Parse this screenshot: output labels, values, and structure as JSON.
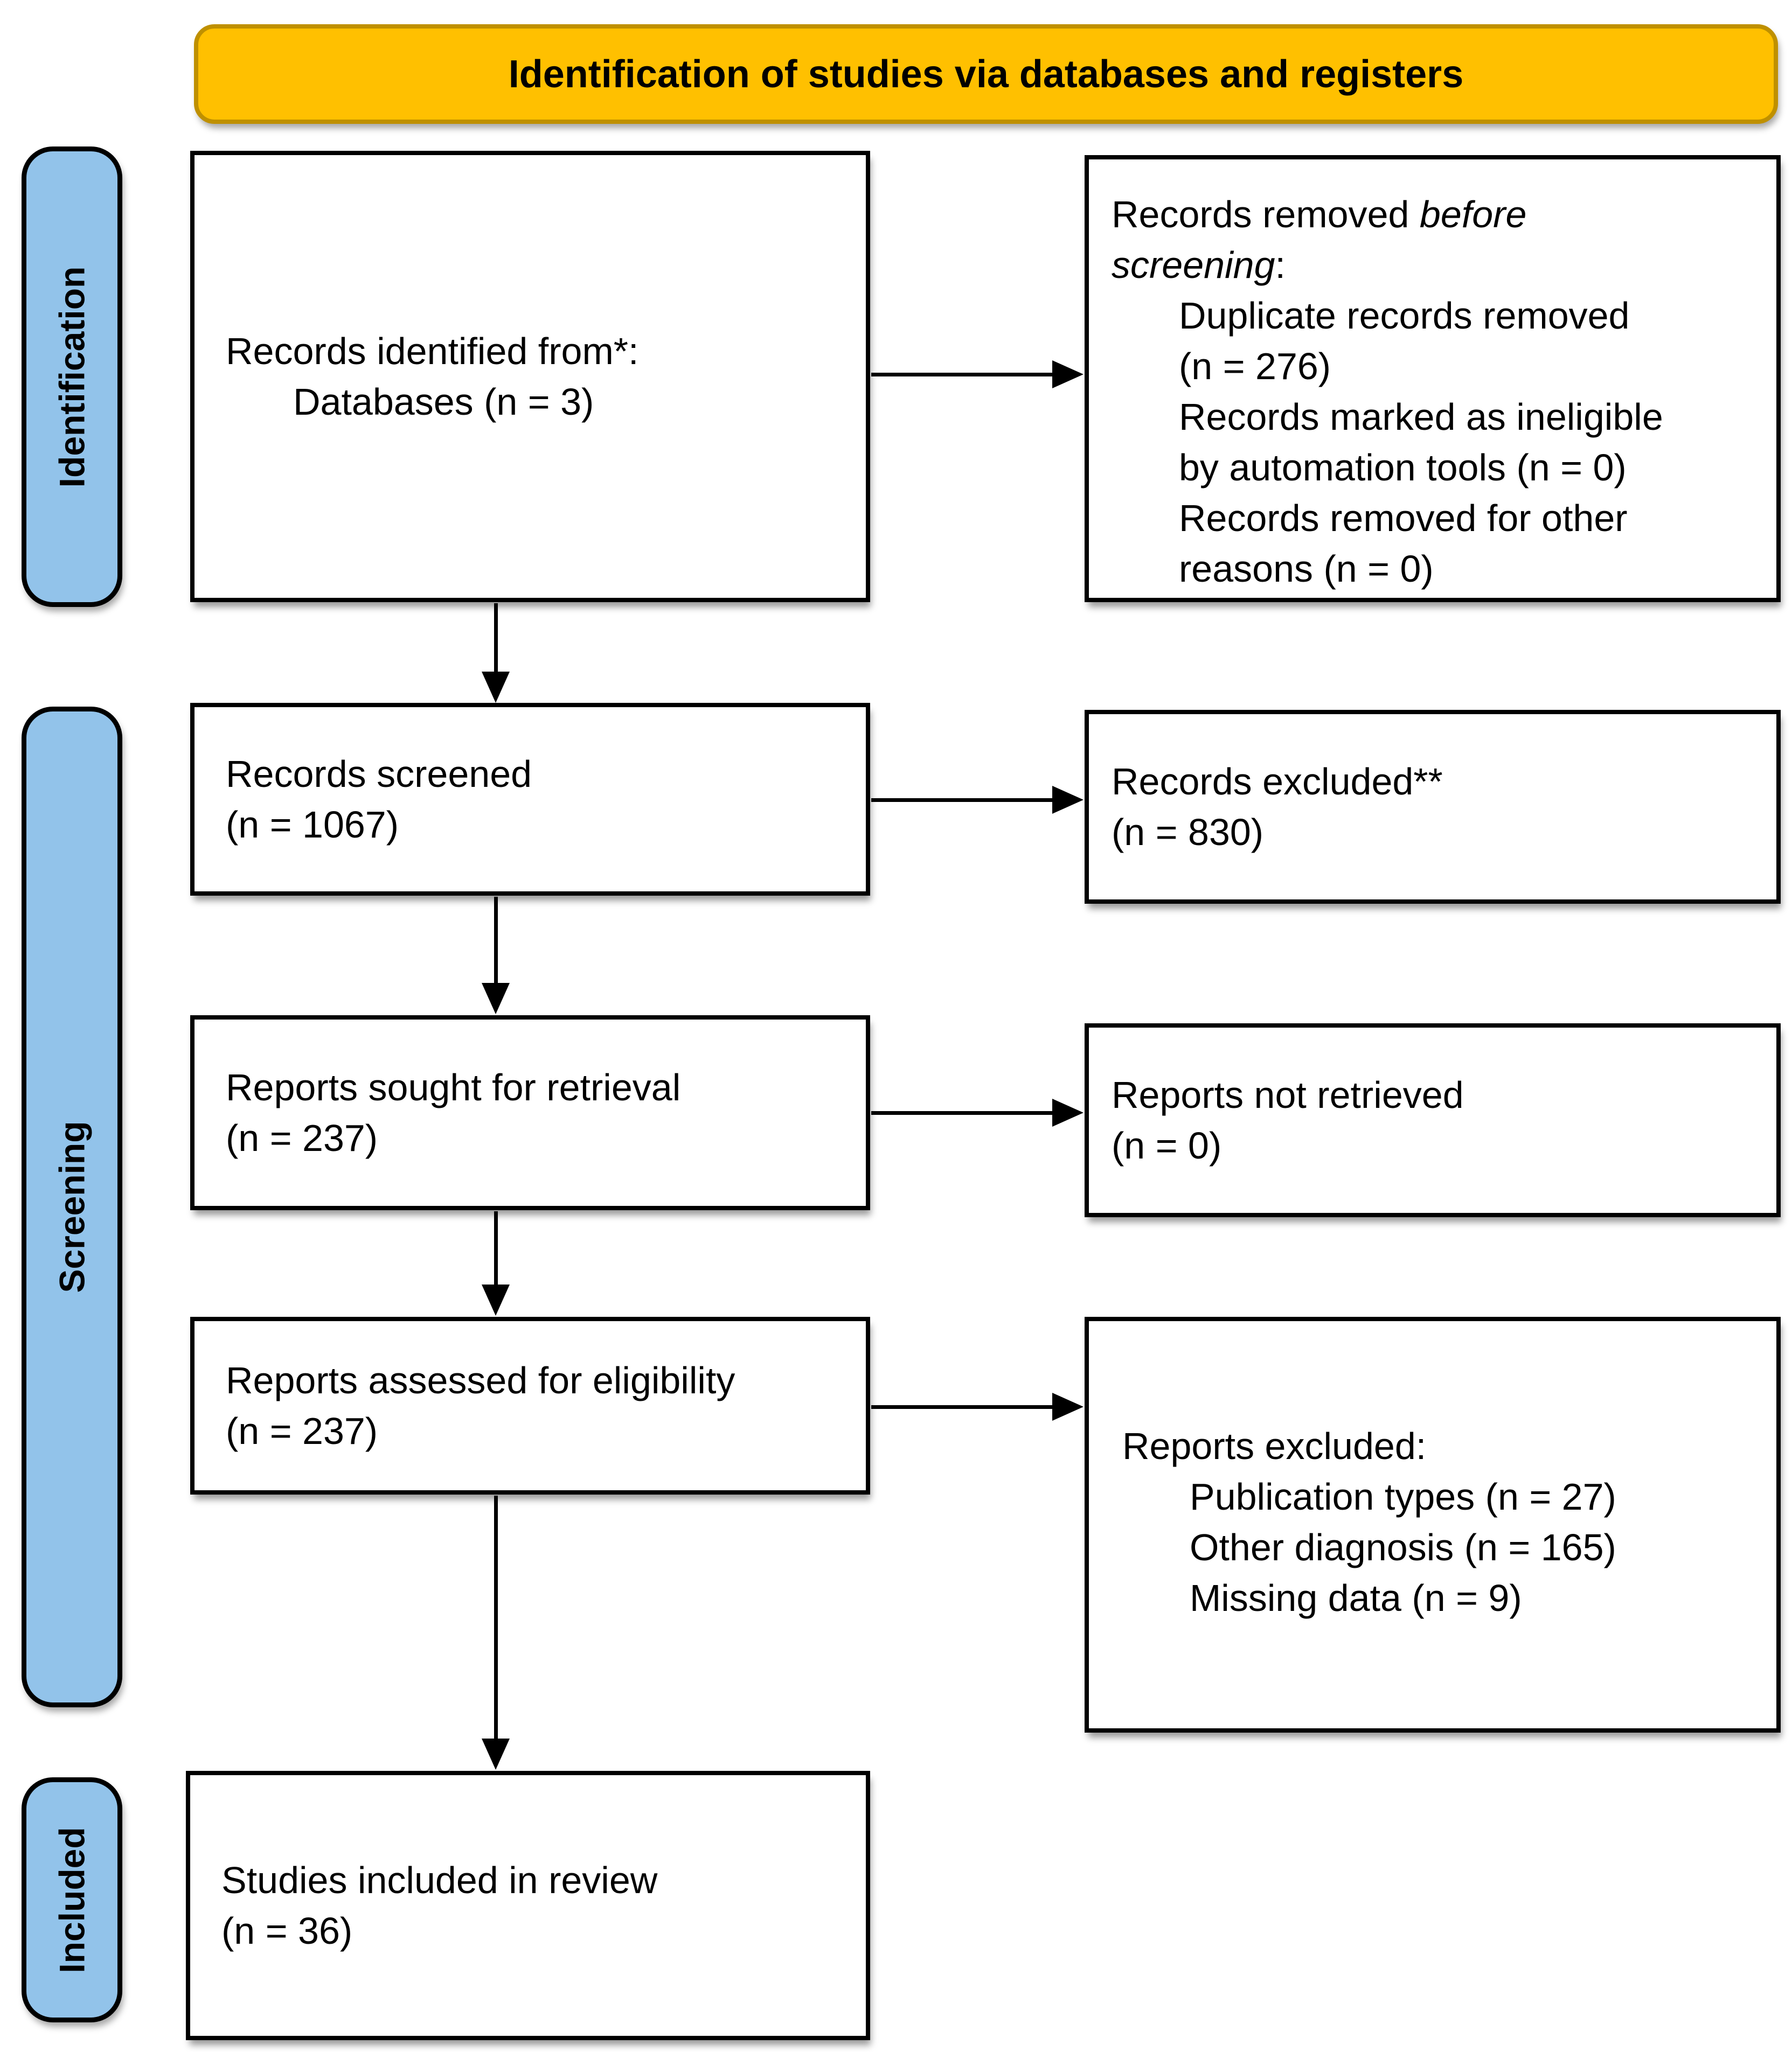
{
  "banner": {
    "label": "Identification of studies via databases and registers"
  },
  "stages": [
    {
      "label": "Identification"
    },
    {
      "label": "Screening"
    },
    {
      "label": "Included"
    }
  ],
  "boxes": {
    "identified": {
      "lines": [
        "Records identified from*:",
        "Databases (n = 3)"
      ]
    },
    "removed_before_screening": {
      "line1_normal": "Records removed ",
      "line1_italic": "before",
      "line2_italic": "screening",
      "line2_normal": ":",
      "items": [
        "Duplicate records removed",
        "(n = 276)",
        "Records marked as ineligible",
        "by automation tools (n = 0)",
        "Records removed for other",
        "reasons (n = 0)"
      ]
    },
    "screened": {
      "lines": [
        "Records screened",
        "(n = 1067)"
      ]
    },
    "records_excluded": {
      "lines": [
        "Records excluded**",
        "(n = 830)"
      ]
    },
    "sought": {
      "lines": [
        "Reports sought for retrieval",
        "(n = 237)"
      ]
    },
    "not_retrieved": {
      "lines": [
        "Reports not retrieved",
        "(n = 0)"
      ]
    },
    "assessed": {
      "lines": [
        "Reports assessed for eligibility",
        "(n = 237)"
      ]
    },
    "reports_excluded": {
      "heading": "Reports excluded:",
      "items": [
        "Publication types (n = 27)",
        "Other diagnosis (n = 165)",
        "Missing data (n = 9)"
      ]
    },
    "included_studies": {
      "lines": [
        "Studies included in review",
        "(n = 36)"
      ]
    }
  },
  "colors": {
    "banner_fill": "#FFC000",
    "banner_border": "#BF9000",
    "stage_fill": "#92C3EA",
    "box_border": "#000000",
    "background": "#FFFFFF",
    "text": "#000000"
  }
}
